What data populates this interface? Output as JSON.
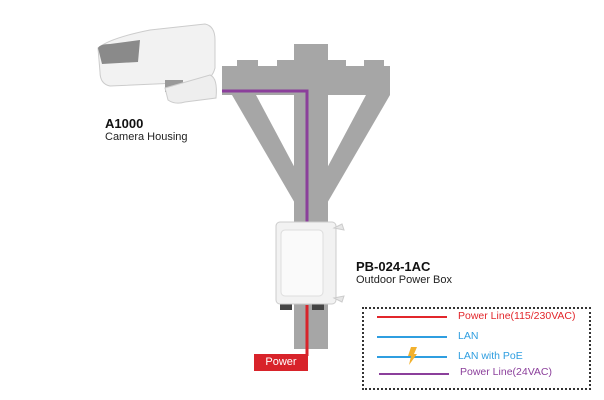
{
  "camera": {
    "model": "A1000",
    "description": "Camera Housing"
  },
  "power_box": {
    "model": "PB-024-1AC",
    "description": "Outdoor Power Box"
  },
  "power_label": "Power",
  "legend": [
    {
      "label": "Power Line(115/230VAC)",
      "color": "#e2262b",
      "style": "line"
    },
    {
      "label": "LAN",
      "color": "#2f9ee0",
      "style": "line"
    },
    {
      "label": "LAN with PoE",
      "color": "#2f9ee0",
      "style": "line-bolt"
    },
    {
      "label": "Power Line(24VAC)",
      "color": "#8b3f9b",
      "style": "line"
    }
  ],
  "colors": {
    "pole": "#a6a6a6",
    "bolt": "#f2b12e"
  }
}
